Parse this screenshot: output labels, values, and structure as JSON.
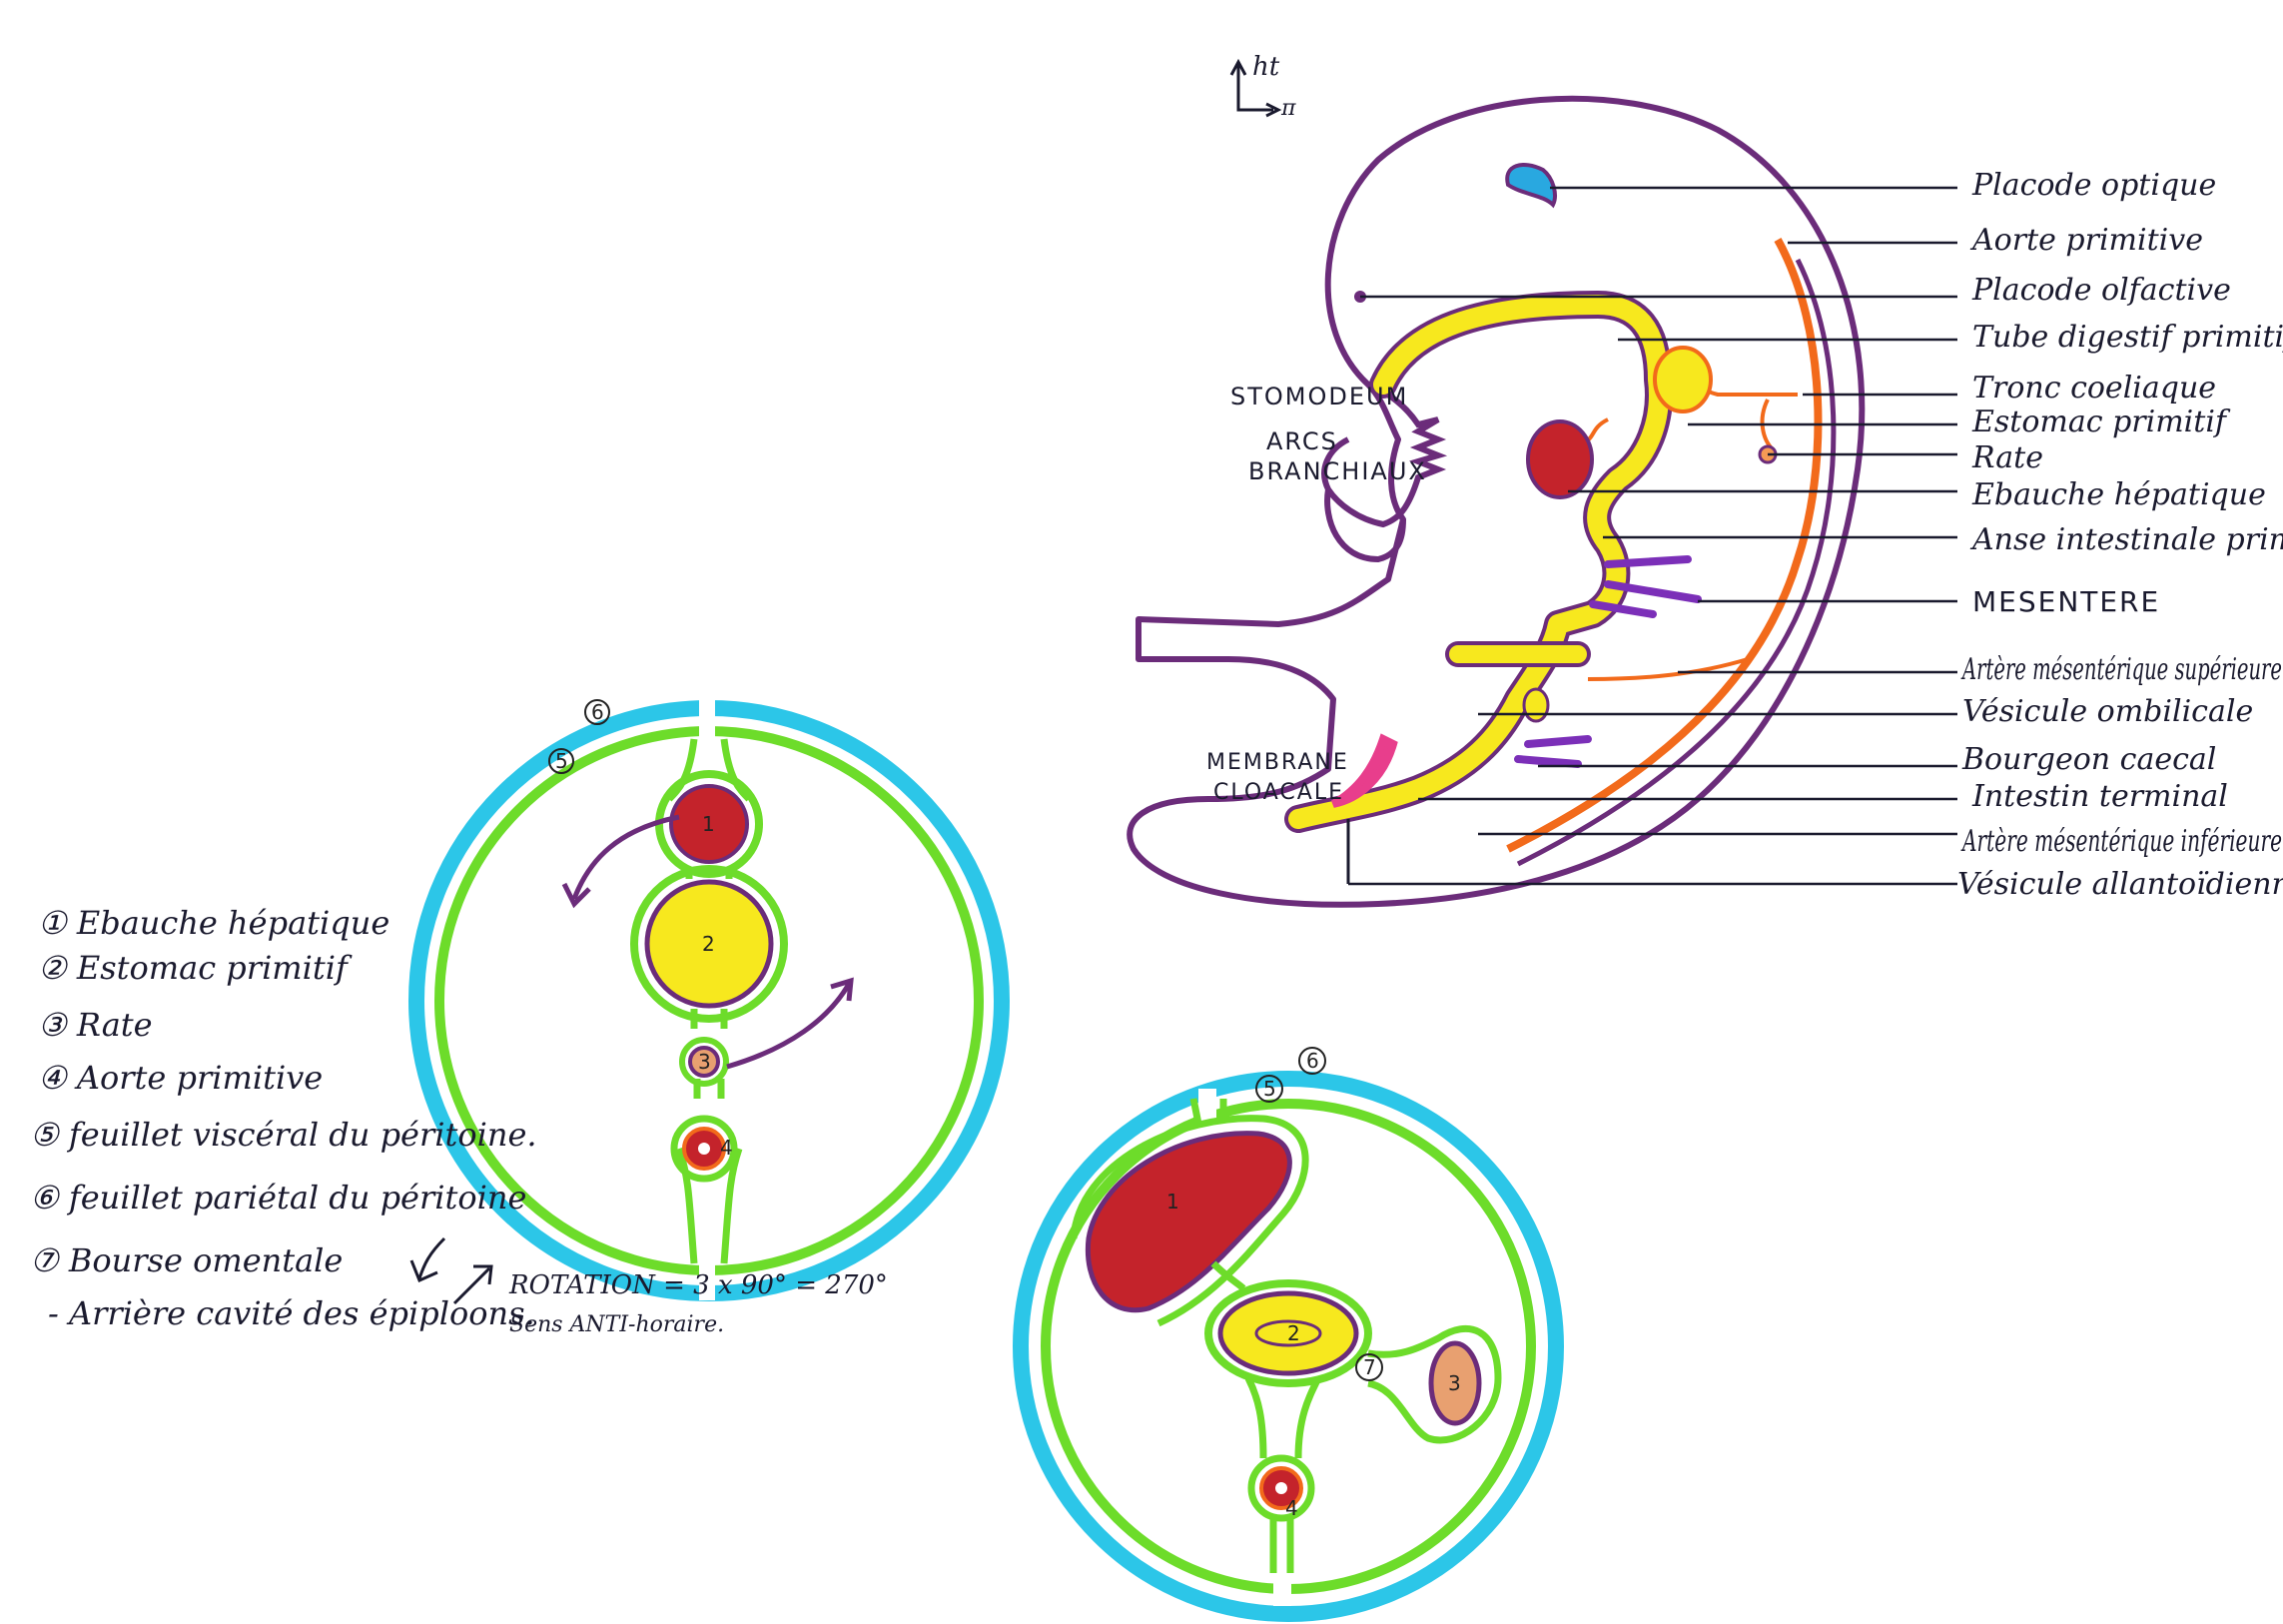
{
  "orientation": {
    "up": "ht",
    "right": "π"
  },
  "embryo": {
    "right_labels": [
      "Placode optique",
      "Aorte primitive",
      "Placode olfactive",
      "Tube digestif primitif",
      "Tronc coeliaque",
      "Estomac primitif",
      "Rate",
      "Ebauche hépatique",
      "Anse intestinale primitive",
      "MESENTERE",
      "Artère mésentérique supérieure",
      "Vésicule ombilicale",
      "Bourgeon caecal",
      "Intestin terminal",
      "Artère mésentérique inférieure",
      "Vésicule allantoïdienne"
    ],
    "left_labels": {
      "stomodeum": "STOMODEUM",
      "arcs_1": "ARCS",
      "arcs_2": "BRANCHIAUX",
      "membrane_1": "MEMBRANE",
      "membrane_2": "CLOACALE"
    }
  },
  "legend": [
    "① Ebauche hépatique",
    "② Estomac primitif",
    "③ Rate",
    "④ Aorte primitive",
    "⑤ feuillet viscéral du péritoine.",
    "⑥ feuillet pariétal du péritoine",
    "⑦ Bourse omentale",
    "- Arrière cavité des épiploons."
  ],
  "rotation": {
    "line1": "ROTATION = 3 x 90° = 270°",
    "line2": "Sens ANTI-horaire."
  },
  "section_numbers": [
    "1",
    "2",
    "3",
    "4",
    "5",
    "6",
    "7"
  ],
  "colors": {
    "outline": "#6b2c7a",
    "digestive": "#f7e81e",
    "artery": "#f26a1b",
    "liver": "#c4232b",
    "peritoneum_visceral": "#6ddc2a",
    "peritoneum_parietal": "#2cc6e8",
    "eye": "#29a8e0",
    "ink": "#1a1a2e"
  }
}
